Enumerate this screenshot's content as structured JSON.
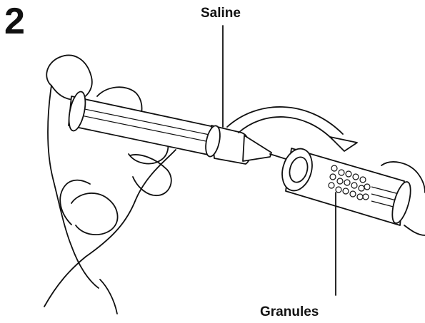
{
  "figure": {
    "step_number": "2",
    "labels": {
      "saline": "Saline",
      "granules": "Granules"
    }
  }
}
